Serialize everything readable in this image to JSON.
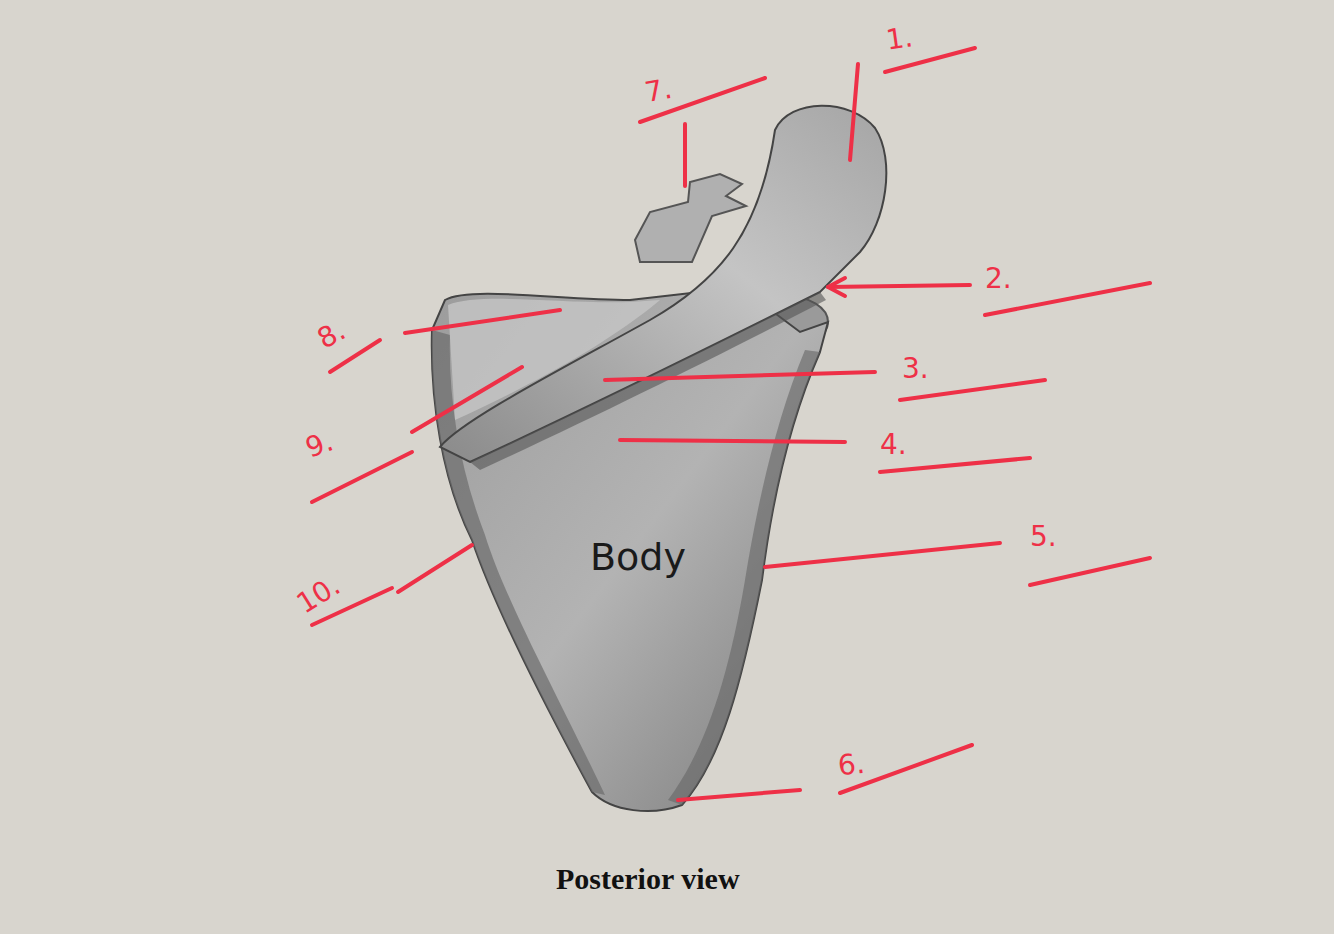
{
  "diagram": {
    "caption": "Posterior view",
    "labels": [
      "1.",
      "2.",
      "3.",
      "4.",
      "5.",
      "6.",
      "7.",
      "8.",
      "9.",
      "10.",
      "Body"
    ]
  }
}
